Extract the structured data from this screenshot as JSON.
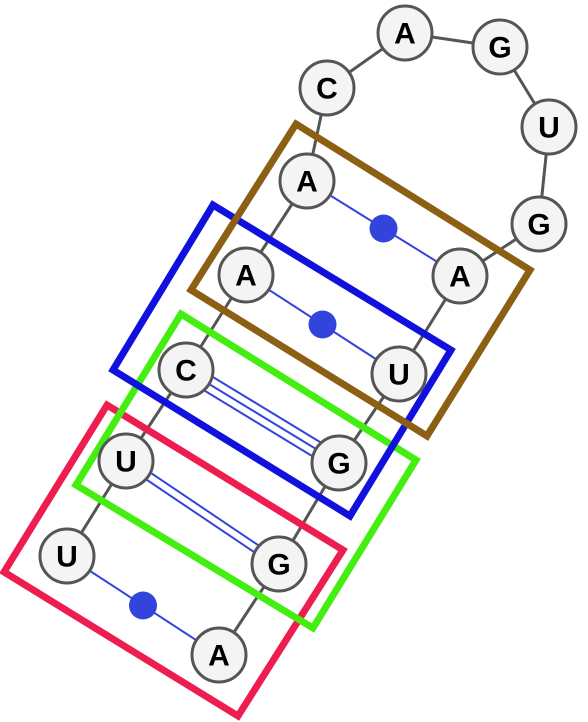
{
  "nucleotides": [
    {
      "id": "n1",
      "label": "U"
    },
    {
      "id": "n2",
      "label": "U"
    },
    {
      "id": "n3",
      "label": "C"
    },
    {
      "id": "n4",
      "label": "A"
    },
    {
      "id": "n5",
      "label": "A"
    },
    {
      "id": "n6",
      "label": "C"
    },
    {
      "id": "n7",
      "label": "A"
    },
    {
      "id": "n8",
      "label": "G"
    },
    {
      "id": "n9",
      "label": "U"
    },
    {
      "id": "n10",
      "label": "G"
    },
    {
      "id": "n11",
      "label": "A"
    },
    {
      "id": "n12",
      "label": "U"
    },
    {
      "id": "n13",
      "label": "G"
    },
    {
      "id": "n14",
      "label": "G"
    },
    {
      "id": "n15",
      "label": "A"
    }
  ],
  "base_pairs": [
    {
      "from": "n1",
      "to": "n15",
      "type": "wobble"
    },
    {
      "from": "n2",
      "to": "n14",
      "type": "watson-crick-au"
    },
    {
      "from": "n3",
      "to": "n13",
      "type": "watson-crick-gc"
    },
    {
      "from": "n4",
      "to": "n12",
      "type": "wobble"
    },
    {
      "from": "n5",
      "to": "n11",
      "type": "wobble"
    }
  ],
  "stack_boxes": [
    {
      "name": "stack-box-1",
      "color": "#ee1d4f"
    },
    {
      "name": "stack-box-2",
      "color": "#44ee11"
    },
    {
      "name": "stack-box-3",
      "color": "#1111dd"
    },
    {
      "name": "stack-box-4",
      "color": "#8c5f14"
    }
  ],
  "colors": {
    "backbone": "#555555",
    "pair_line": "#3344dd",
    "circle_fill": "#f4f4f4"
  }
}
